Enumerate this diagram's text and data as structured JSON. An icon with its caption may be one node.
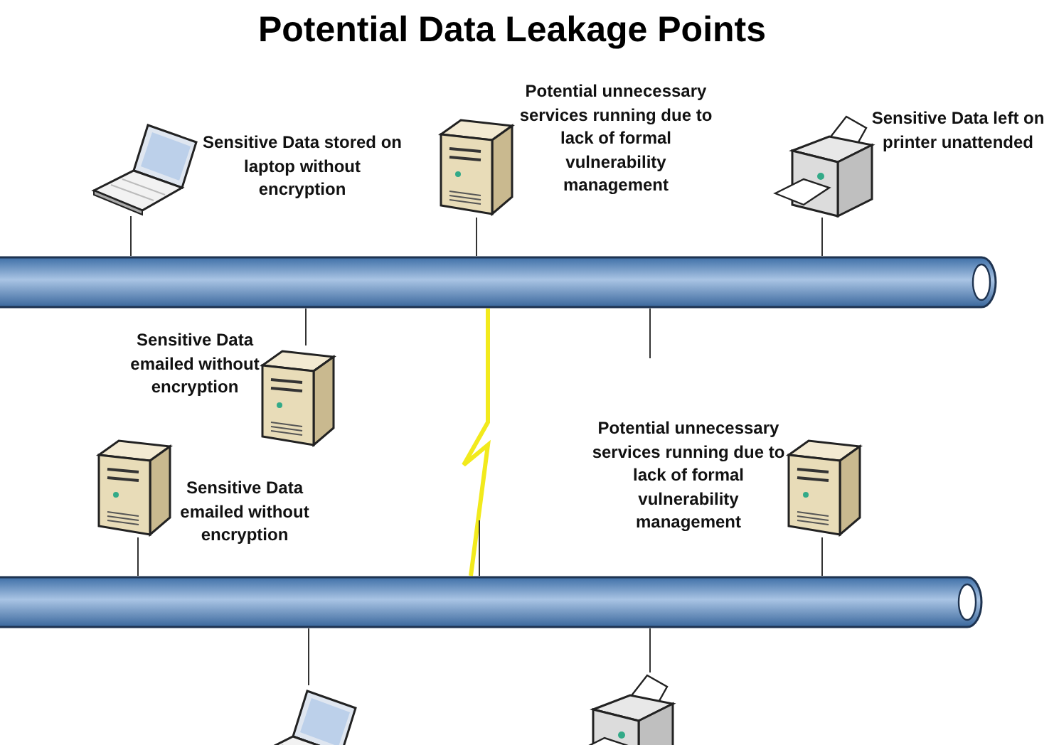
{
  "diagram": {
    "title": "Potential Data Leakage Points",
    "nodes": [
      {
        "text": [],
        "shape": "bar"
      },
      {
        "text": [],
        "shape": "picture",
        "beside": [
          "Sensitive Data stored on laptop without encryption"
        ]
      },
      {
        "text": [],
        "shape": "picture",
        "beside": [
          "Potential unnecessary services running due to lack of formal vulnerability management"
        ]
      },
      {
        "text": [],
        "shape": "picture",
        "beside": [
          "Sensitive Data left on printer unattended"
        ]
      },
      {
        "text": [],
        "shape": "picture",
        "beside": [
          "Sensitive Data emailed without encryption"
        ]
      },
      {
        "text": [],
        "shape": "picture",
        "beside": [
          "Sensitive Data emailed without encryption"
        ]
      },
      {
        "text": [],
        "shape": "picture",
        "beside": [
          "Potential unnecessary services running due to lack of formal vulnerability management"
        ]
      },
      {
        "text": [],
        "shape": "bar"
      },
      {
        "text": [],
        "shape": "picture"
      },
      {
        "text": [],
        "shape": "picture"
      }
    ],
    "edges": [
      {
        "from": 1,
        "to": 0,
        "arrow": "none"
      },
      {
        "from": 2,
        "to": 0,
        "arrow": "none"
      },
      {
        "from": 3,
        "to": 0,
        "arrow": "none"
      },
      {
        "from": 0,
        "to": 4,
        "arrow": "none"
      },
      {
        "from": 0,
        "to": null,
        "arrow": "none"
      },
      {
        "from": 0,
        "to": 7,
        "arrow": "none",
        "style": "thick",
        "color": "#f2ea1c"
      },
      {
        "from": null,
        "to": 7,
        "arrow": "none"
      },
      {
        "from": 5,
        "to": 7,
        "arrow": "none"
      },
      {
        "from": 6,
        "to": 7,
        "arrow": "none"
      },
      {
        "from": 7,
        "to": 8,
        "arrow": "none"
      },
      {
        "from": 7,
        "to": 9,
        "arrow": "none"
      }
    ]
  }
}
